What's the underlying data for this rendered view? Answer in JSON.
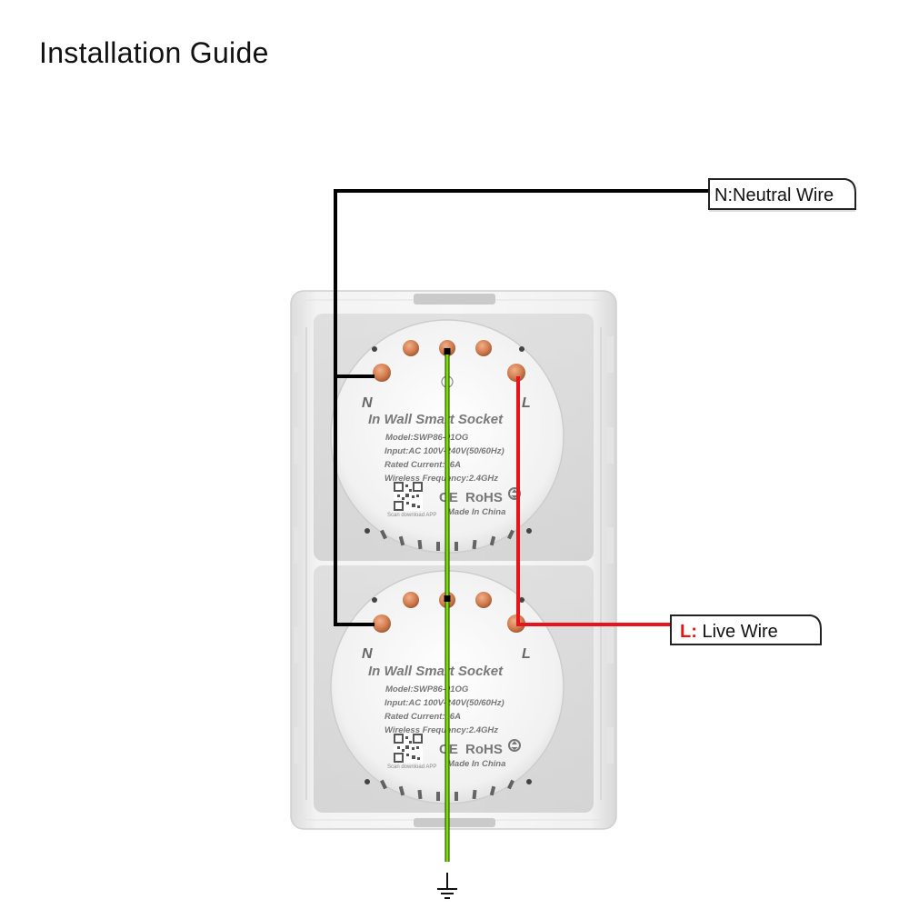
{
  "title": "Installation Guide",
  "callouts": {
    "neutral": {
      "text": "N:Neutral Wire"
    },
    "live": {
      "key": "L:",
      "text": " Live Wire"
    }
  },
  "module": {
    "title": "In Wall Smart Socket",
    "model": "Model:SWP86-01OG",
    "input": "Input:AC 100V-240V(50/60Hz)",
    "current": "Rated Current:16A",
    "frequency": "Wireless Frequency:2.4GHz",
    "ce": "CE",
    "rohs": "RoHS",
    "made_in": "Made In China",
    "scan": "Scan download APP",
    "neutral_mark": "N",
    "live_mark": "L"
  },
  "colors": {
    "neutral_wire": "#000000",
    "live_wire": "#e8141c",
    "ground_wire": "#7be000",
    "terminal": "#d9855a"
  },
  "icons": {
    "ground": "ground-symbol-icon",
    "qr": "qr-code-icon",
    "recycle": "recycle-icon"
  }
}
